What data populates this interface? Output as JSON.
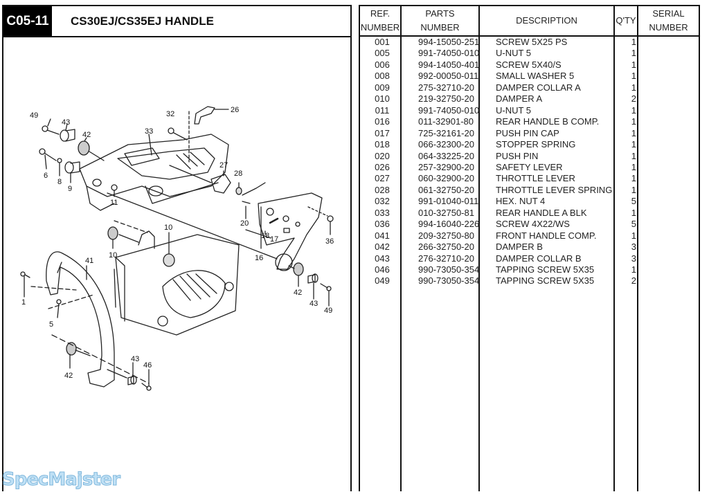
{
  "header": {
    "section_code": "C05-11",
    "title": "CS30EJ/CS35EJ  HANDLE"
  },
  "diagram": {
    "callouts": [
      "49",
      "43",
      "42",
      "33",
      "32",
      "26",
      "6",
      "8",
      "9",
      "11",
      "27",
      "28",
      "20",
      "18",
      "17",
      "16",
      "36",
      "10",
      "10",
      "10",
      "41",
      "1",
      "5",
      "42",
      "43",
      "49",
      "42",
      "43",
      "46"
    ]
  },
  "watermark": "SpecMajster",
  "table": {
    "columns": [
      {
        "line1": "REF.",
        "line2": "NUMBER"
      },
      {
        "line1": "PARTS",
        "line2": "NUMBER"
      },
      {
        "line1": "DESCRIPTION",
        "line2": ""
      },
      {
        "line1": "Q'TY",
        "line2": ""
      },
      {
        "line1": "SERIAL",
        "line2": "NUMBER"
      }
    ],
    "rows": [
      {
        "ref": "001",
        "part": "994-15050-251",
        "desc": "SCREW 5X25 PS",
        "qty": "1",
        "serial": ""
      },
      {
        "ref": "005",
        "part": "991-74050-010",
        "desc": "U-NUT 5",
        "qty": "1",
        "serial": ""
      },
      {
        "ref": "006",
        "part": "994-14050-401",
        "desc": "SCREW 5X40/S",
        "qty": "1",
        "serial": ""
      },
      {
        "ref": "008",
        "part": "992-00050-011",
        "desc": "SMALL WASHER 5",
        "qty": "1",
        "serial": ""
      },
      {
        "ref": "009",
        "part": "275-32710-20",
        "desc": "DAMPER COLLAR A",
        "qty": "1",
        "serial": ""
      },
      {
        "ref": "010",
        "part": "219-32750-20",
        "desc": "DAMPER A",
        "qty": "2",
        "serial": ""
      },
      {
        "ref": "011",
        "part": "991-74050-010",
        "desc": "U-NUT 5",
        "qty": "1",
        "serial": ""
      },
      {
        "ref": "016",
        "part": "011-32901-80",
        "desc": "REAR HANDLE B COMP.",
        "qty": "1",
        "serial": ""
      },
      {
        "ref": "017",
        "part": "725-32161-20",
        "desc": "PUSH PIN CAP",
        "qty": "1",
        "serial": ""
      },
      {
        "ref": "018",
        "part": "066-32300-20",
        "desc": "STOPPER SPRING",
        "qty": "1",
        "serial": ""
      },
      {
        "ref": "020",
        "part": "064-33225-20",
        "desc": "PUSH PIN",
        "qty": "1",
        "serial": ""
      },
      {
        "ref": "026",
        "part": "257-32900-20",
        "desc": "SAFETY LEVER",
        "qty": "1",
        "serial": ""
      },
      {
        "ref": "027",
        "part": "060-32900-20",
        "desc": "THROTTLE LEVER",
        "qty": "1",
        "serial": ""
      },
      {
        "ref": "028",
        "part": "061-32750-20",
        "desc": "THROTTLE LEVER SPRING",
        "qty": "1",
        "serial": ""
      },
      {
        "ref": "032",
        "part": "991-01040-011",
        "desc": "HEX. NUT 4",
        "qty": "5",
        "serial": ""
      },
      {
        "ref": "033",
        "part": "010-32750-81",
        "desc": "REAR HANDLE A BLK",
        "qty": "1",
        "serial": ""
      },
      {
        "ref": "036",
        "part": "994-16040-226",
        "desc": "SCREW 4X22/WS",
        "qty": "5",
        "serial": ""
      },
      {
        "ref": "041",
        "part": "209-32750-80",
        "desc": "FRONT HANDLE COMP.",
        "qty": "1",
        "serial": ""
      },
      {
        "ref": "042",
        "part": "266-32750-20",
        "desc": "DAMPER B",
        "qty": "3",
        "serial": ""
      },
      {
        "ref": "043",
        "part": "276-32710-20",
        "desc": "DAMPER COLLAR B",
        "qty": "3",
        "serial": ""
      },
      {
        "ref": "046",
        "part": "990-73050-354",
        "desc": "TAPPING SCREW 5X35",
        "qty": "1",
        "serial": ""
      },
      {
        "ref": "049",
        "part": "990-73050-354",
        "desc": "TAPPING SCREW 5X35",
        "qty": "2",
        "serial": ""
      }
    ]
  }
}
